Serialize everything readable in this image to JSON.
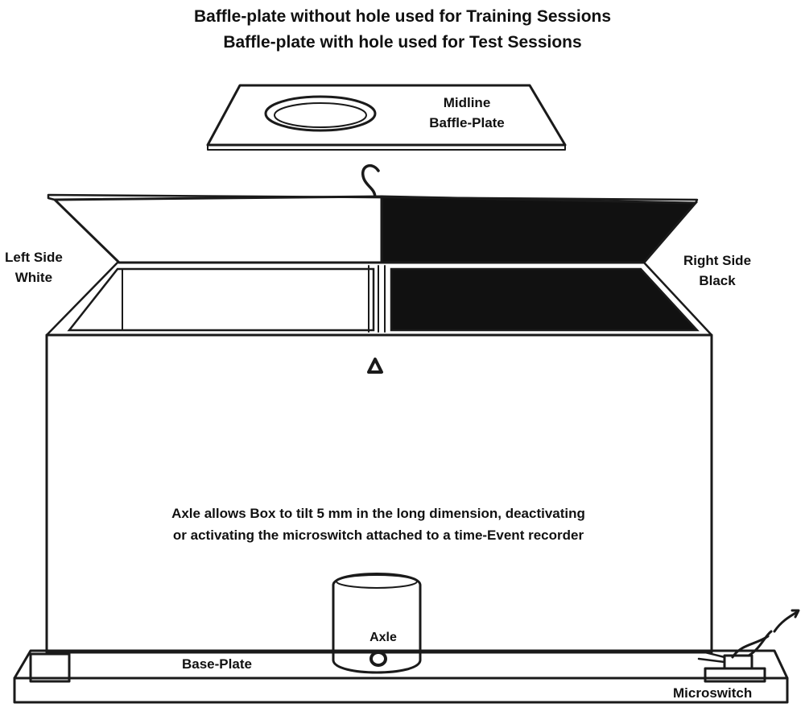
{
  "title_lines": [
    "Baffle-plate without hole used for Training Sessions",
    "Baffle-plate with hole used for Test Sessions"
  ],
  "labels": {
    "midline_plate": [
      "Midline",
      "Baffle-Plate"
    ],
    "left_side": [
      "Left Side",
      "White"
    ],
    "right_side": [
      "Right Side",
      "Black"
    ],
    "axle_note": [
      "Axle allows Box to tilt 5 mm in the long dimension, deactivating",
      "or activating the microswitch attached to a time-Event recorder"
    ],
    "axle": "Axle",
    "base_plate": "Base-Plate",
    "microswitch": "Microswitch"
  },
  "colors": {
    "ink": "#1a1a1a",
    "black_side": "#111111",
    "paper": "#ffffff"
  }
}
